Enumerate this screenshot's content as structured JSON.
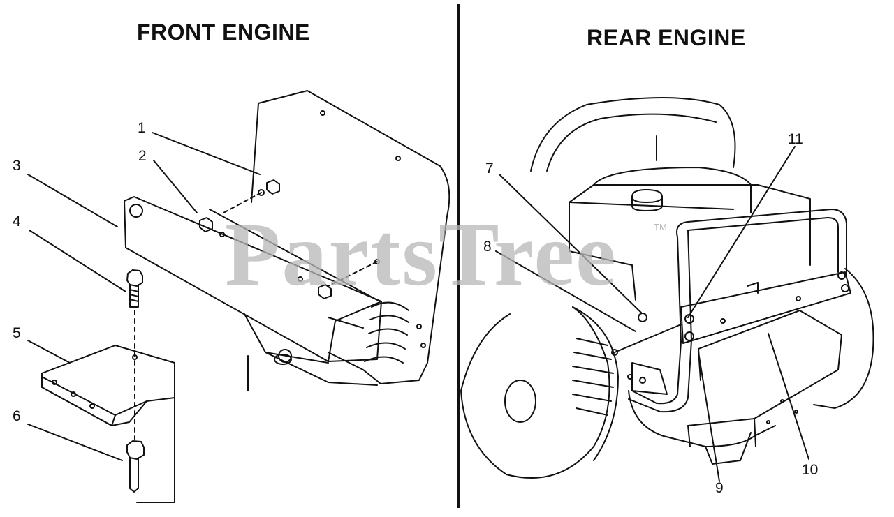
{
  "titles": {
    "front": "FRONT ENGINE",
    "rear": "REAR ENGINE"
  },
  "watermark": {
    "text": "PartsTree",
    "mark": "TM"
  },
  "callouts": [
    "1",
    "2",
    "3",
    "4",
    "5",
    "6",
    "7",
    "8",
    "9",
    "10",
    "11"
  ]
}
